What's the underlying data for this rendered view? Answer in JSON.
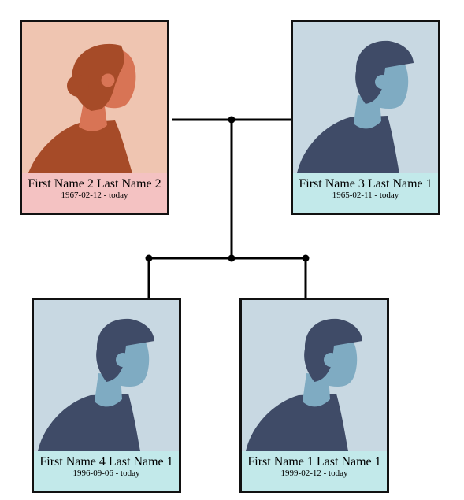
{
  "colors": {
    "female_photo_bg": "#efc5b1",
    "female_caption_bg": "#f4c2c2",
    "male_photo_bg": "#c8d8e2",
    "male_caption_bg": "#c2e9ea",
    "connector": "#000000"
  },
  "people": [
    {
      "id": "p2",
      "gender": "female",
      "icon": "female-avatar-icon",
      "name": "First Name 2 Last Name 2",
      "dates": "1967-02-12 - today"
    },
    {
      "id": "p3",
      "gender": "male",
      "icon": "male-avatar-icon",
      "name": "First Name 3 Last Name 1",
      "dates": "1965-02-11 - today"
    },
    {
      "id": "p4",
      "gender": "male",
      "icon": "male-avatar-icon",
      "name": "First Name 4 Last Name 1",
      "dates": "1996-09-06 - today"
    },
    {
      "id": "p1",
      "gender": "male",
      "icon": "male-avatar-icon",
      "name": "First Name 1 Last Name 1",
      "dates": "1999-02-12 - today"
    }
  ]
}
